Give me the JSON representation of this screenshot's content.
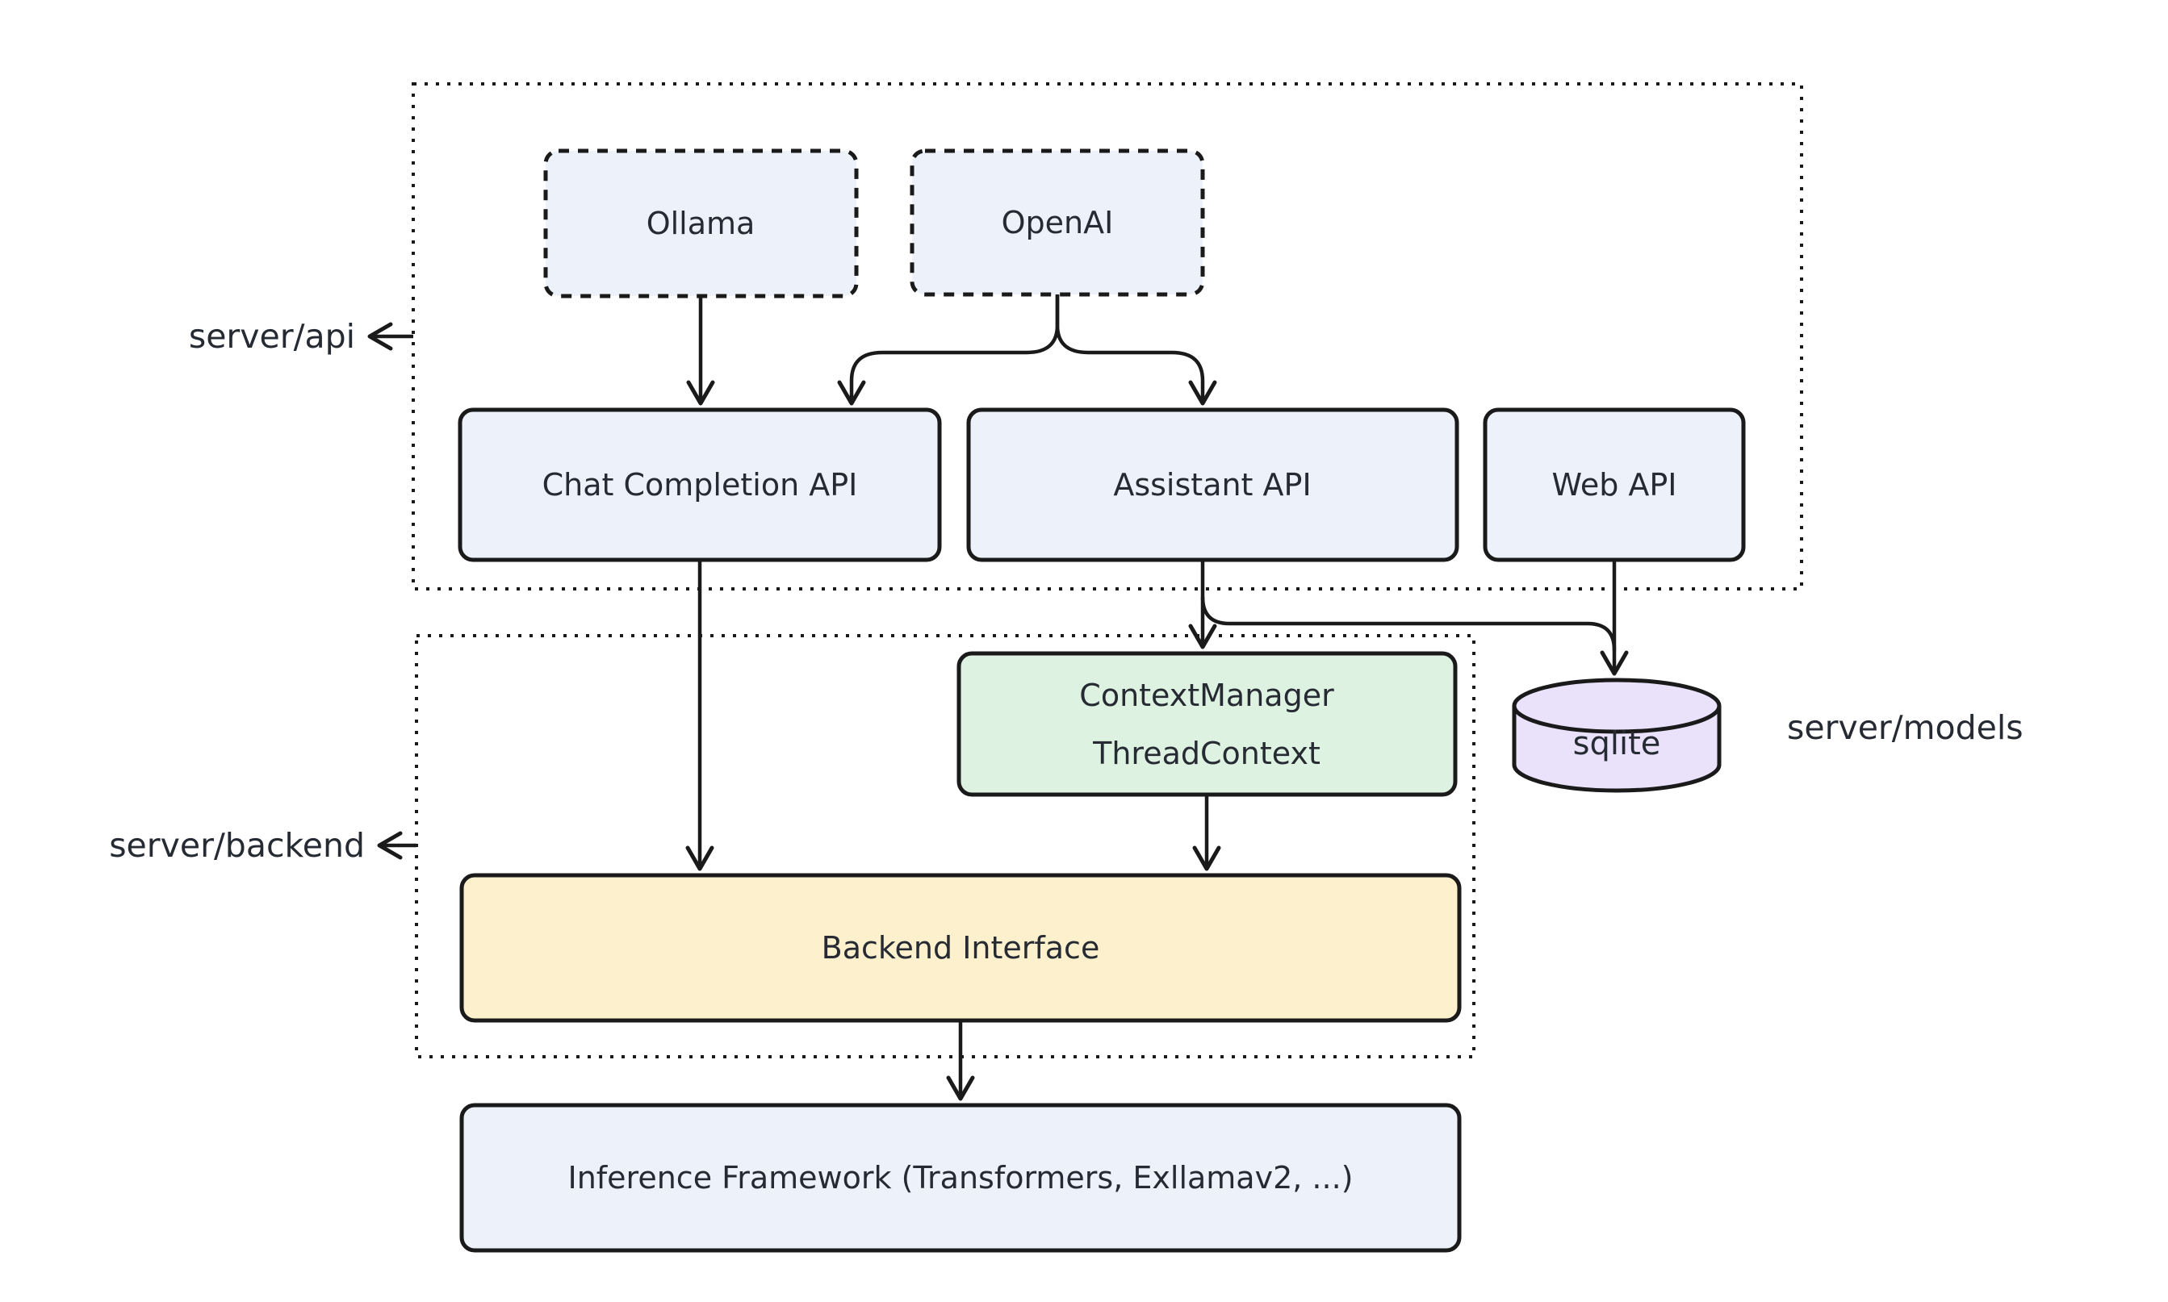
{
  "diagram": {
    "background": "#ffffff",
    "colors": {
      "node_blue": "#ecf1fa",
      "node_green": "#def2e2",
      "node_yellow": "#fcf0cd",
      "node_purple": "#e9e2fa",
      "line": "#1a1a1a",
      "text": "#262b33"
    },
    "containers": {
      "server_api": {
        "label": "server/api"
      },
      "server_backend": {
        "label": "server/backend"
      }
    },
    "outer_labels": {
      "server_models": "server/models"
    },
    "nodes": {
      "ollama": {
        "label": "Ollama",
        "style": "dashed-blue"
      },
      "openai": {
        "label": "OpenAI",
        "style": "dashed-blue"
      },
      "chat_completion_api": {
        "label": "Chat Completion API",
        "style": "solid-blue"
      },
      "assistant_api": {
        "label": "Assistant API",
        "style": "solid-blue"
      },
      "web_api": {
        "label": "Web API",
        "style": "solid-blue"
      },
      "context_manager": {
        "label_line1": "ContextManager",
        "label_line2": "ThreadContext",
        "style": "solid-green"
      },
      "sqlite": {
        "label": "sqlite",
        "style": "cylinder-purple"
      },
      "backend_interface": {
        "label": "Backend Interface",
        "style": "solid-yellow"
      },
      "inference_framework": {
        "label": "Inference Framework (Transformers, Exllamav2, ...)",
        "style": "solid-blue"
      }
    },
    "edges": [
      {
        "from": "Ollama",
        "to": "Chat Completion API"
      },
      {
        "from": "OpenAI",
        "to": "Chat Completion API"
      },
      {
        "from": "OpenAI",
        "to": "Assistant API"
      },
      {
        "from": "Chat Completion API",
        "to": "Backend Interface"
      },
      {
        "from": "Assistant API",
        "to": "ContextManager ThreadContext"
      },
      {
        "from": "Assistant API",
        "to": "sqlite"
      },
      {
        "from": "Web API",
        "to": "sqlite"
      },
      {
        "from": "ContextManager ThreadContext",
        "to": "Backend Interface"
      },
      {
        "from": "Backend Interface",
        "to": "Inference Framework (Transformers, Exllamav2, ...)"
      }
    ]
  }
}
